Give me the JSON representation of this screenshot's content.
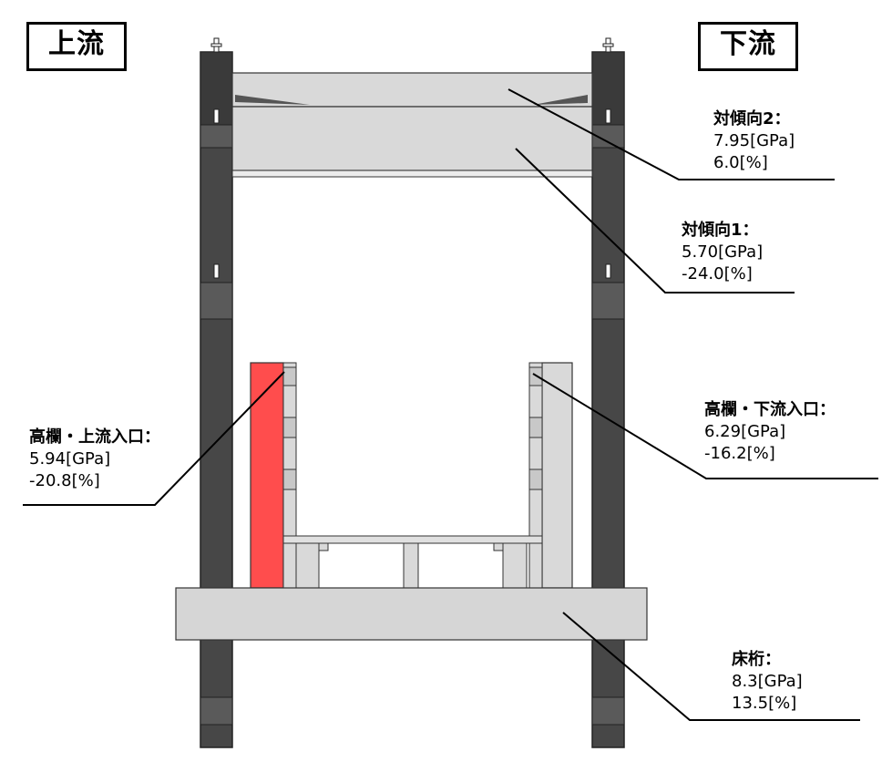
{
  "labels": {
    "upstream": "上流",
    "downstream": "下流"
  },
  "annotations": {
    "diag2": {
      "name": "対傾向2：",
      "modulus": "7.95[GPa]",
      "change": "6.0[%]"
    },
    "diag1": {
      "name": "対傾向1：",
      "modulus": "5.70[GPa]",
      "change": "-24.0[%]"
    },
    "rail_up": {
      "name": "高欄・上流入口：",
      "modulus": "5.94[GPa]",
      "change": "-20.8[%]"
    },
    "rail_down": {
      "name": "高欄・下流入口：",
      "modulus": "6.29[GPa]",
      "change": "-16.2[%]"
    },
    "floor_beam": {
      "name": "床桁：",
      "modulus": "8.3[GPa]",
      "change": "13.5[%]"
    }
  },
  "colors": {
    "post_dark": "#4a4a4a",
    "post_darker": "#3a3a3a",
    "member_light": "#d6d6d6",
    "highlight": "#ff4d4d",
    "outline": "#333333"
  }
}
